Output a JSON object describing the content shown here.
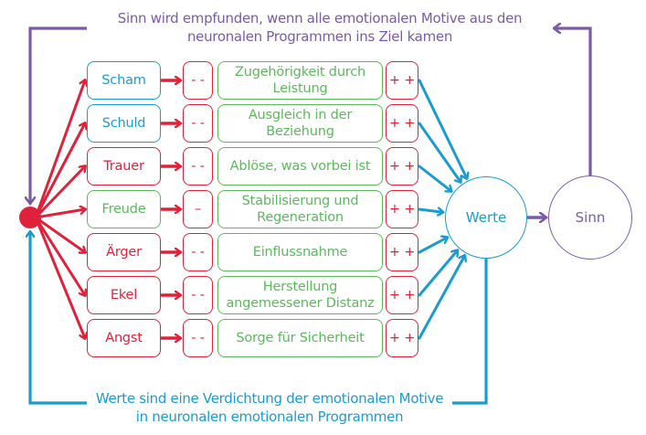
{
  "colors": {
    "red": "#e0213b",
    "blue": "#1a9ccf",
    "green": "#5cb85c",
    "purple": "#7b5aa6"
  },
  "top_caption": {
    "line1": "Sinn wird empfunden, wenn alle emotionalen Motive aus den",
    "line2": "neuronalen Programmen ins Ziel kamen"
  },
  "bottom_caption": {
    "line1": "Werte sind eine Verdichtung der emotionalen Motive",
    "line2": "in neuronalen emotionalen Programmen"
  },
  "rows": [
    {
      "emotion": "Scham",
      "emotion_color": "blue",
      "minus": "- -",
      "motive": "Zugehörigkeit durch Leistung",
      "plus": "+ +"
    },
    {
      "emotion": "Schuld",
      "emotion_color": "blue",
      "minus": "- -",
      "motive": "Ausgleich in der Beziehung",
      "plus": "+ +"
    },
    {
      "emotion": "Trauer",
      "emotion_color": "red",
      "minus": "- -",
      "motive": "Ablöse, was vorbei ist",
      "plus": "+ +"
    },
    {
      "emotion": "Freude",
      "emotion_color": "green",
      "minus": "–",
      "motive": "Stabilisierung und Regeneration",
      "plus": "+ +"
    },
    {
      "emotion": "Ärger",
      "emotion_color": "red",
      "minus": "- -",
      "motive": "Einflussnahme",
      "plus": "+ +"
    },
    {
      "emotion": "Ekel",
      "emotion_color": "red",
      "minus": "- -",
      "motive": "Herstellung angemessener Distanz",
      "plus": "+ +"
    },
    {
      "emotion": "Angst",
      "emotion_color": "red",
      "minus": "- -",
      "motive": "Sorge für Sicherheit",
      "plus": "+ +"
    }
  ],
  "nodes": {
    "werte": "Werte",
    "sinn": "Sinn"
  }
}
